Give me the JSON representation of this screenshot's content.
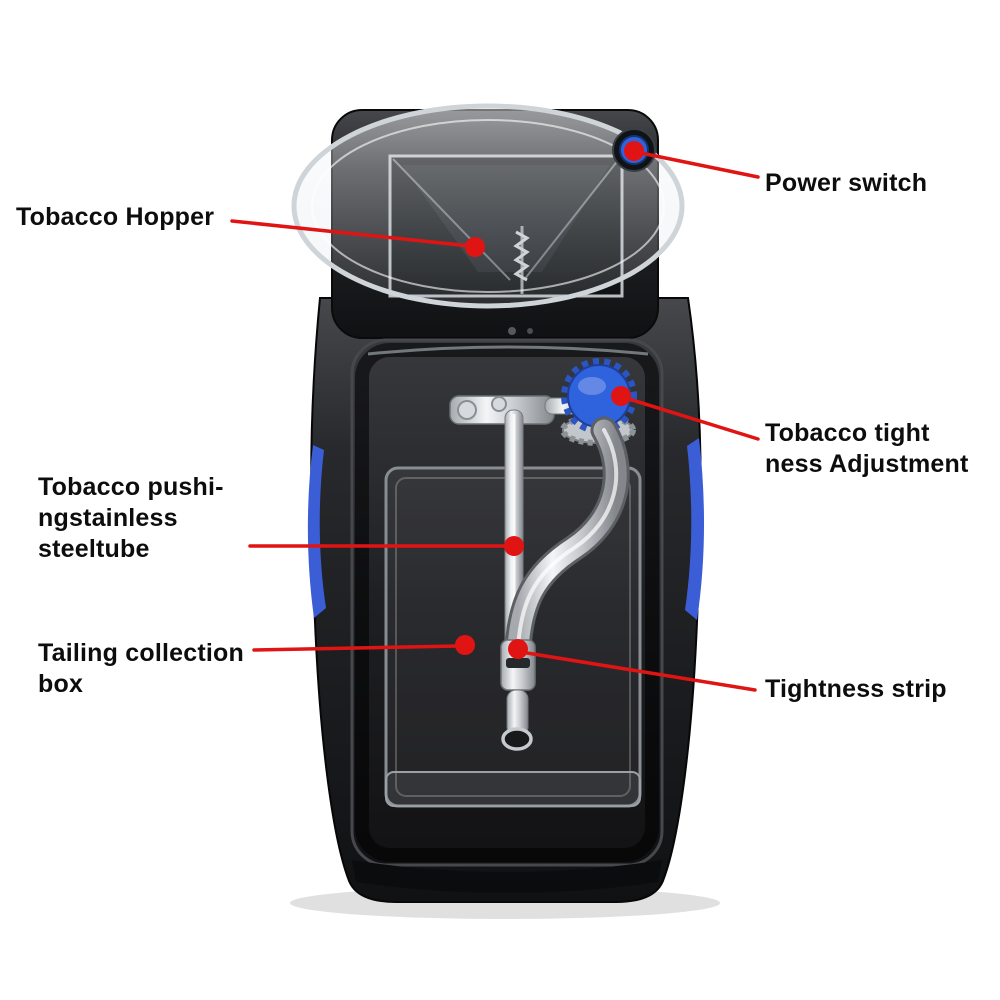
{
  "colors": {
    "leader_red": "#e11414",
    "accent_blue": "#2f62dd",
    "body_black": "#17181a"
  },
  "labels": {
    "tobacco_hopper": "Tobacco Hopper",
    "power_switch": "Power switch",
    "tightness_adjustment": "Tobacco tight\nness Adjustment",
    "pushing_tube": "Tobacco pushi-\nngstainless\nsteeltube",
    "tailing_box": "Tailing collection\nbox",
    "tightness_strip": "Tightness strip"
  }
}
